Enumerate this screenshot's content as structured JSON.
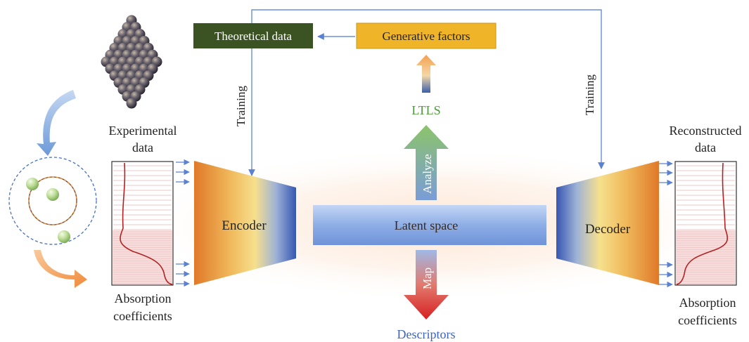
{
  "boxes": {
    "theoretical": "Theoretical data",
    "generative": "Generative factors",
    "latent": "Latent space",
    "encoder": "Encoder",
    "decoder": "Decoder"
  },
  "labels": {
    "experimental_line1": "Experimental",
    "experimental_line2": "data",
    "reconstructed_line1": "Reconstructed",
    "reconstructed_line2": "data",
    "absorption_left_line1": "Absorption",
    "absorption_left_line2": "coefficients",
    "absorption_right_line1": "Absorption",
    "absorption_right_line2": "coefficients",
    "training_left": "Training",
    "training_right": "Training",
    "ltls": "LTLS",
    "analyze": "Analyze",
    "map": "Map",
    "descriptors": "Descriptors"
  },
  "colors": {
    "theoretical_bg": "#3b5323",
    "generative_bg": "#f0b429",
    "latent_bg": "#9db7e8",
    "ltls_text": "#4f9a3c",
    "descriptors_text": "#3d63c9",
    "connector": "#6a8fd8",
    "spectrum_curve": "#b22222"
  }
}
